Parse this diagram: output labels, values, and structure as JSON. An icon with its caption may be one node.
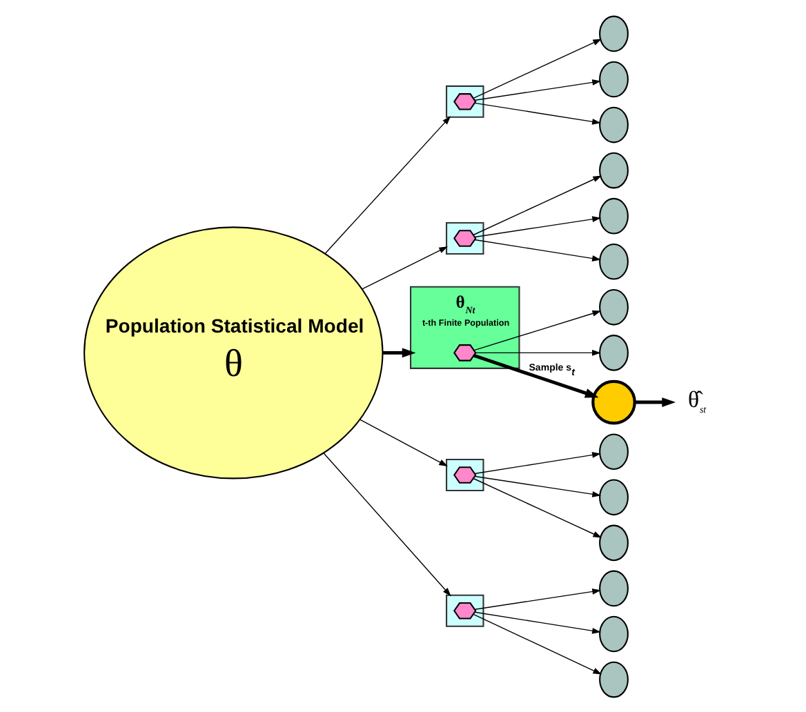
{
  "diagram": {
    "nodes": [
      {
        "text": [
          "Population Statistical Model",
          "θ"
        ]
      },
      {
        "text": [],
        "shape": "box"
      },
      {
        "text": [],
        "shape": "hexagon",
        "in": 1
      },
      {
        "text": [],
        "shape": "circle"
      },
      {
        "text": [],
        "shape": "circle"
      },
      {
        "text": [],
        "shape": "circle"
      },
      {
        "text": [],
        "shape": "box"
      },
      {
        "text": [],
        "shape": "hexagon",
        "in": 6
      },
      {
        "text": [],
        "shape": "circle"
      },
      {
        "text": [],
        "shape": "circle"
      },
      {
        "text": [],
        "shape": "circle"
      },
      {
        "text": [
          "θ$_{Nt}$"
        ],
        "beside": [
          "t-th Finite Population"
        ]
      },
      {
        "text": [],
        "shape": "hexagon",
        "in": 11
      },
      {
        "text": [],
        "shape": "circle"
      },
      {
        "text": [],
        "shape": "circle"
      },
      {
        "text": [],
        "shape": "circle"
      },
      {
        "text": [
          "θ̂$_{st}$"
        ]
      },
      {
        "text": [],
        "shape": "box"
      },
      {
        "text": [],
        "shape": "hexagon",
        "in": 17
      },
      {
        "text": [],
        "shape": "circle"
      },
      {
        "text": [],
        "shape": "circle"
      },
      {
        "text": [],
        "shape": "circle"
      },
      {
        "text": [],
        "shape": "box"
      },
      {
        "text": [],
        "shape": "hexagon",
        "in": 22
      },
      {
        "text": [],
        "shape": "circle"
      },
      {
        "text": [],
        "shape": "circle"
      },
      {
        "text": [],
        "shape": "circle"
      }
    ],
    "edges": [
      {
        "from": 0,
        "to": 1,
        "arrow": "to"
      },
      {
        "from": 0,
        "to": 6,
        "arrow": "to"
      },
      {
        "from": 0,
        "to": 11,
        "arrow": "to",
        "style": "thick"
      },
      {
        "from": 0,
        "to": 17,
        "arrow": "to"
      },
      {
        "from": 0,
        "to": 22,
        "arrow": "to"
      },
      {
        "from": 2,
        "to": 3,
        "arrow": "to"
      },
      {
        "from": 2,
        "to": 4,
        "arrow": "to"
      },
      {
        "from": 2,
        "to": 5,
        "arrow": "to"
      },
      {
        "from": 7,
        "to": 8,
        "arrow": "to"
      },
      {
        "from": 7,
        "to": 9,
        "arrow": "to"
      },
      {
        "from": 7,
        "to": 10,
        "arrow": "to"
      },
      {
        "from": 12,
        "to": 13,
        "arrow": "to"
      },
      {
        "from": 12,
        "to": 15,
        "arrow": "to",
        "label": "Sample s$_{t}$",
        "style": "thick"
      },
      {
        "from": 12,
        "to": 14,
        "arrow": "to"
      },
      {
        "from": 15,
        "to": 16,
        "arrow": "to",
        "style": "thick"
      },
      {
        "from": 18,
        "to": 19,
        "arrow": "to"
      },
      {
        "from": 18,
        "to": 20,
        "arrow": "to"
      },
      {
        "from": 18,
        "to": 21,
        "arrow": "to"
      },
      {
        "from": 23,
        "to": 24,
        "arrow": "to"
      },
      {
        "from": 23,
        "to": 25,
        "arrow": "to"
      },
      {
        "from": 23,
        "to": 26,
        "arrow": "to"
      }
    ]
  }
}
